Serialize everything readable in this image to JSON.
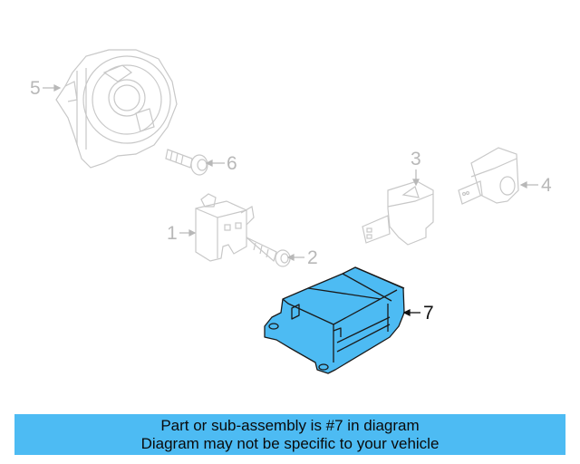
{
  "diagram": {
    "parts": [
      {
        "number": "1",
        "name": "sensor-bracket",
        "highlighted": false
      },
      {
        "number": "2",
        "name": "screw",
        "highlighted": false
      },
      {
        "number": "3",
        "name": "impact-sensor",
        "highlighted": false
      },
      {
        "number": "4",
        "name": "side-sensor",
        "highlighted": false
      },
      {
        "number": "5",
        "name": "clockspring",
        "highlighted": false
      },
      {
        "number": "6",
        "name": "bolt",
        "highlighted": false
      },
      {
        "number": "7",
        "name": "airbag-control-module",
        "highlighted": true
      }
    ],
    "highlight_color": "#4dbbf3",
    "dim_line_color": "#c8c8c8"
  },
  "banner": {
    "line1": "Part or sub-assembly is #7 in diagram",
    "line2": "Diagram may not be specific to your vehicle",
    "background": "#4dbbf3"
  }
}
